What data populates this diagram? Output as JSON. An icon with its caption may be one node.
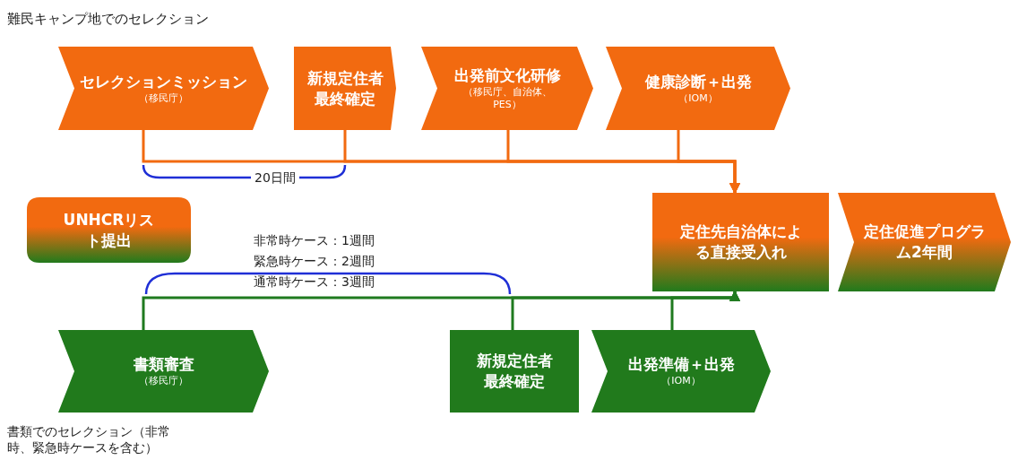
{
  "diagram": {
    "nodes": [
      {
        "text": [
          "セレクションミッション",
          "（移民庁）"
        ]
      },
      {
        "text": [
          "新規定住者最終確定"
        ]
      },
      {
        "text": [
          "出発前文化研修",
          "（移民庁、自治体、PES）"
        ]
      },
      {
        "text": [
          "健康診断＋出発",
          "（IOM）"
        ]
      },
      {
        "text": [
          "UNHCRリスト提出"
        ]
      },
      {
        "text": [
          "定住先自治体による直接受入れ"
        ]
      },
      {
        "text": [
          "定住促進プログラム2年間"
        ]
      },
      {
        "text": [
          "書類審査",
          "（移民庁）"
        ]
      },
      {
        "text": [
          "新規定住者最終確定"
        ]
      },
      {
        "text": [
          "出発準備＋出発",
          "（IOM）"
        ]
      }
    ],
    "edges": [
      {
        "from": 0,
        "to": 5,
        "arrow": "to"
      },
      {
        "from": 1,
        "to": 5,
        "arrow": "to"
      },
      {
        "from": 2,
        "to": 5,
        "arrow": "to"
      },
      {
        "from": 3,
        "to": 5,
        "arrow": "to"
      },
      {
        "from": 7,
        "to": 5,
        "arrow": "to",
        "color": "#1f7a1f"
      },
      {
        "from": 8,
        "to": 5,
        "arrow": "to",
        "color": "#1f7a1f"
      },
      {
        "from": 9,
        "to": 5,
        "arrow": "to",
        "color": "#1f7a1f"
      }
    ],
    "labels": [
      "難民キャンプ地でのセレクション",
      "20日間",
      "非常時ケース：1週間",
      "緊急時ケース：2週間",
      "通常時ケース：3週間",
      "書類でのセレクション（非常時、緊急時ケースを含む）"
    ]
  }
}
